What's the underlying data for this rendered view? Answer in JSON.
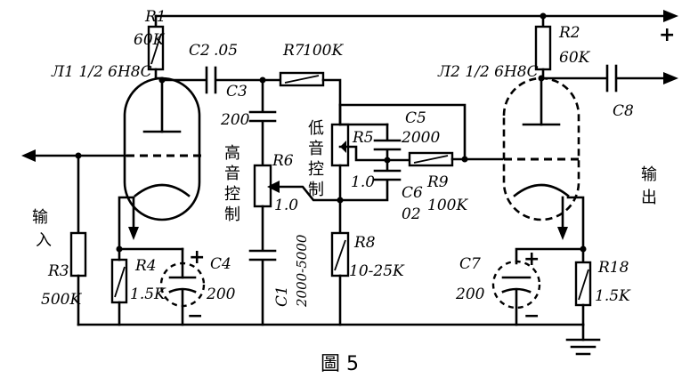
{
  "figure": {
    "caption": "圖 5",
    "tube1": "Л1 1/2 6Н8С",
    "tube2": "Л2 1/2 6Н8С",
    "plus_supply": "+",
    "input": [
      "输",
      "入"
    ],
    "output": [
      "输",
      "出"
    ],
    "treble_control": [
      "高",
      "音",
      "控",
      "制"
    ],
    "bass_control": [
      "低",
      "音",
      "控",
      "制"
    ],
    "components": {
      "R1": "R1",
      "R1_val": "60K",
      "R2": "R2",
      "R2_val": "60K",
      "R3": "R3",
      "R3_val": "500K",
      "R4": "R4",
      "R4_val": "1.5K",
      "R5": "R5",
      "R5_val": "1.0",
      "R6": "R6",
      "R6_val": "1.0",
      "R7": "R7",
      "R7_val": "100K",
      "R8": "R8",
      "R8_val": "10-25K",
      "R9": "R9",
      "R9_val": "100K",
      "R18": "R18",
      "R18_val": "1.5K",
      "C1": "C1",
      "C1_val": "2000-5000",
      "C2": "C2",
      "C2_val": ".05",
      "C3": "C3",
      "C3_val": "200",
      "C4": "C4",
      "C4_val": "200",
      "C5": "C5",
      "C5_val": "2000",
      "C6": "C6",
      "C6_val": "02",
      "C7": "C7",
      "C7_val": "200",
      "C8": "C8"
    }
  }
}
